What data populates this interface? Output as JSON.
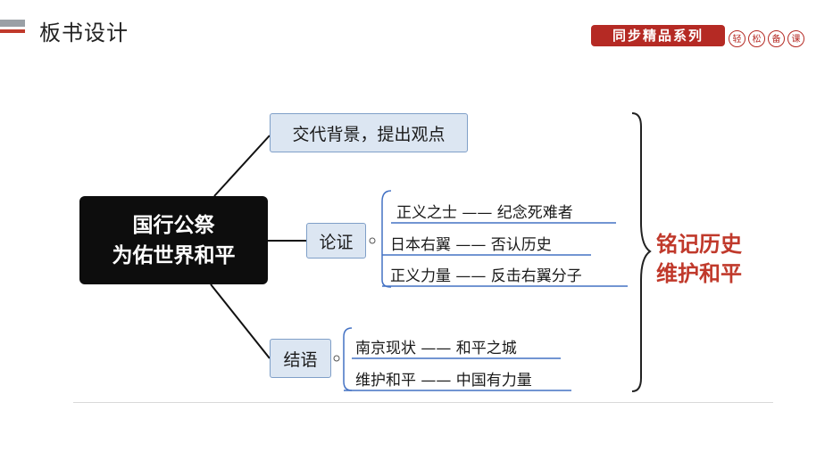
{
  "header": {
    "title": "板书设计",
    "badge": "同步精品系列",
    "badge_circles": [
      "轻",
      "松",
      "备",
      "课"
    ]
  },
  "diagram": {
    "root": {
      "line1": "国行公祭",
      "line2": "为佑世界和平"
    },
    "branch1": {
      "label": "交代背景，提出观点"
    },
    "branch2": {
      "label": "论证",
      "leaves": [
        "正义之士 —— 纪念死难者",
        "日本右翼 —— 否认历史",
        "正义力量 —— 反击右翼分子"
      ]
    },
    "branch3": {
      "label": "结语",
      "leaves": [
        "南京现状 —— 和平之城",
        "维护和平 —— 中国有力量"
      ]
    },
    "conclusion": {
      "line1": "铭记历史",
      "line2": "维护和平"
    }
  }
}
